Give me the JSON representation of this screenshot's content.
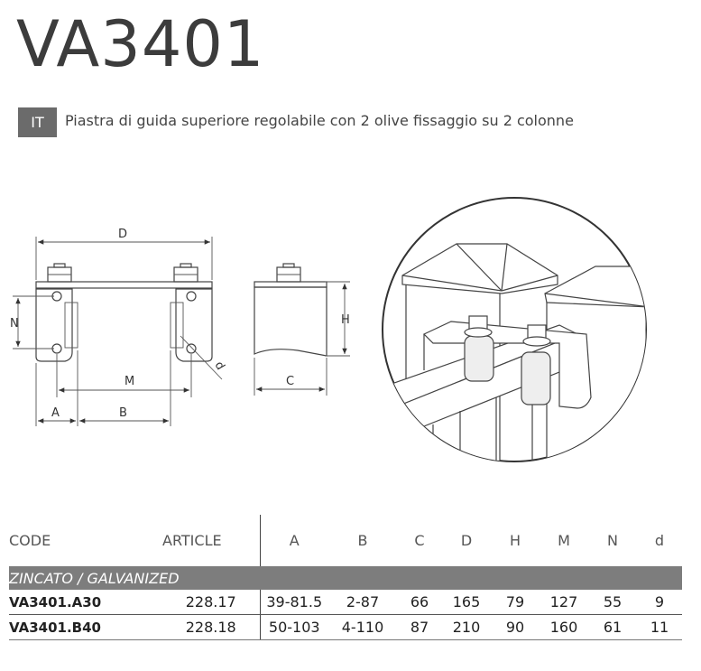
{
  "product": {
    "code": "VA3401",
    "lang": "IT",
    "description": "Piastra di guida superiore regolabile con 2 olive fissaggio su 2 colonne"
  },
  "drawing": {
    "labels": {
      "D": "D",
      "N": "N",
      "M": "M",
      "A": "A",
      "B": "B",
      "d": "d",
      "H": "H",
      "C": "C"
    }
  },
  "table": {
    "headers": {
      "code": "CODE",
      "article": "ARTICLE",
      "dims": [
        "A",
        "B",
        "C",
        "D",
        "H",
        "M",
        "N",
        "d"
      ]
    },
    "section": "ZINCATO / GALVANIZED",
    "rows": [
      {
        "code": "VA3401.A30",
        "article": "228.17",
        "values": [
          "39-81.5",
          "2-87",
          "66",
          "165",
          "79",
          "127",
          "55",
          "9"
        ]
      },
      {
        "code": "VA3401.B40",
        "article": "228.18",
        "values": [
          "50-103",
          "4-110",
          "87",
          "210",
          "90",
          "160",
          "61",
          "11"
        ]
      }
    ]
  }
}
